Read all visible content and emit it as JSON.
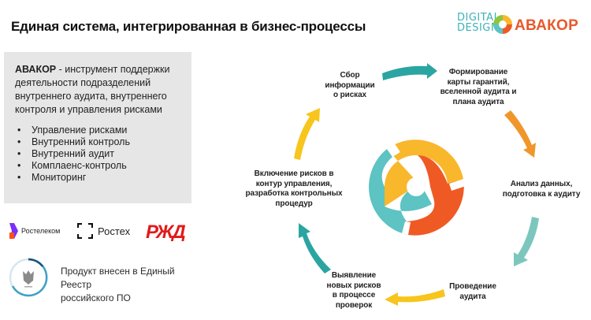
{
  "header": {
    "title": "Единая система, интегрированная в бизнес-процессы",
    "logos": {
      "digital_design_line1": "DIGITAL",
      "digital_design_line2": "DESIGN",
      "avakor": "АВАКОР"
    }
  },
  "info_box": {
    "brand": "АВАКОР",
    "description": " - инструмент поддержки деятельности подразделений внутреннего аудита, внутреннего контроля и управления рисками",
    "items": [
      "Управление рисками",
      "Внутренний контроль",
      "Внутренний аудит",
      "Комплаенс-контроль",
      "Мониторинг"
    ]
  },
  "partners": [
    {
      "name": "Ростелеком"
    },
    {
      "name": "Ростех"
    },
    {
      "name": "РЖД"
    }
  ],
  "registry": {
    "line1": "Продукт внесен в Единый Реестр",
    "line2": "российского ПО"
  },
  "cycle": {
    "steps": [
      {
        "line1": "Сбор",
        "line2": "информации",
        "line3": "о рисках",
        "line4": ""
      },
      {
        "line1": "Формирование",
        "line2": "карты гарантий,",
        "line3": "вселенной аудита и",
        "line4": "плана аудита"
      },
      {
        "line1": "Анализ данных,",
        "line2": "подготовка к аудиту",
        "line3": "",
        "line4": ""
      },
      {
        "line1": "Проведение",
        "line2": "аудита",
        "line3": "",
        "line4": ""
      },
      {
        "line1": "Выявление",
        "line2": "новых рисков",
        "line3": "в процессе",
        "line4": "проверок"
      },
      {
        "line1": "Включение рисков в",
        "line2": "контур управления,",
        "line3": "разработка контрольных",
        "line4": "процедур"
      }
    ],
    "colors": {
      "teal_dark": "#2aa5a2",
      "orange": "#f0962a",
      "teal_light": "#7cc7bd",
      "yellow": "#f7c51c",
      "center_yellow": "#f9b72c",
      "center_red": "#ef5a24",
      "center_teal": "#5dc3c3"
    }
  }
}
